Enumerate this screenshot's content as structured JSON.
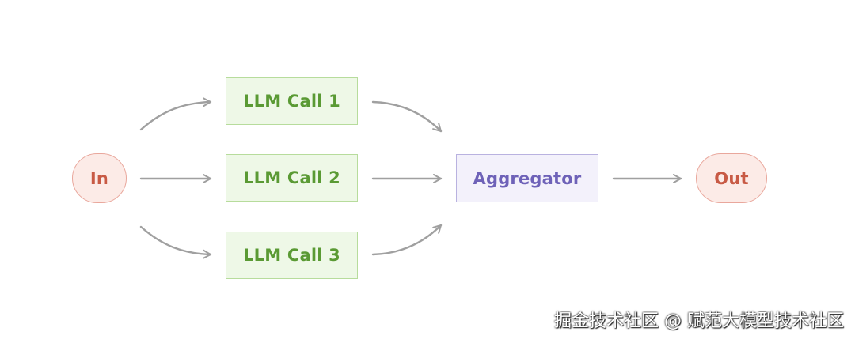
{
  "nodes": {
    "input": "In",
    "llm_call_1": "LLM Call 1",
    "llm_call_2": "LLM Call 2",
    "llm_call_3": "LLM Call 3",
    "aggregator": "Aggregator",
    "output": "Out"
  },
  "watermark": "掘金技术社区 @ 赋范大模型技术社区",
  "colors": {
    "arrow": "#a0a0a0",
    "io_fill": "#fcebe7",
    "io_border": "#e9a79c",
    "io_text": "#c85a45",
    "llm_fill": "#eef8e7",
    "llm_border": "#b7dc9c",
    "llm_text": "#5a9a34",
    "aggregator_fill": "#f3f1fb",
    "aggregator_border": "#b9b2e0",
    "aggregator_text": "#6e62b8"
  }
}
